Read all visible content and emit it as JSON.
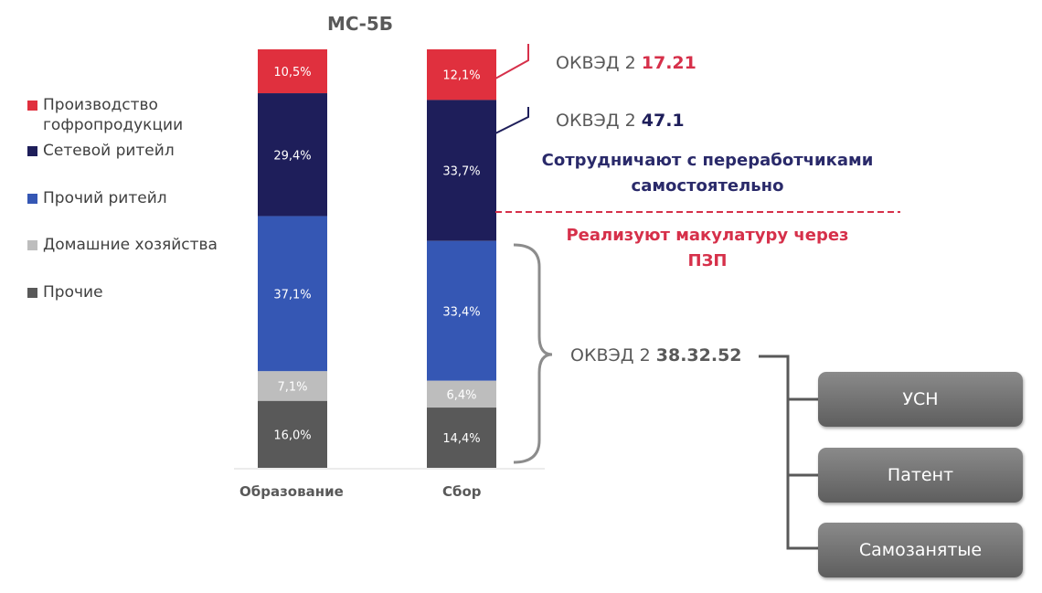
{
  "chart_data": {
    "type": "bar",
    "stacked": true,
    "title": "МС-5Б",
    "categories": [
      "Образование",
      "Сбор"
    ],
    "series": [
      {
        "name": "Производство гофропродукции",
        "color": "#e0303e",
        "values": [
          10.5,
          12.1
        ],
        "labels": [
          "10,5%",
          "12,1%"
        ]
      },
      {
        "name": "Сетевой ритейл",
        "color": "#1e1e5a",
        "values": [
          29.4,
          33.7
        ],
        "labels": [
          "29,4%",
          "33,7%"
        ]
      },
      {
        "name": "Прочий ритейл",
        "color": "#3557b4",
        "values": [
          37.1,
          33.4
        ],
        "labels": [
          "37,1%",
          "33,4%"
        ]
      },
      {
        "name": "Домашние хозяйства",
        "color": "#bdbdbd",
        "values": [
          7.1,
          6.4
        ],
        "labels": [
          "7,1%",
          "6,4%"
        ]
      },
      {
        "name": "Прочие",
        "color": "#595959",
        "values": [
          16.0,
          14.4
        ],
        "labels": [
          "16,0%",
          "14,4%"
        ]
      }
    ],
    "legend_position": "left",
    "grid": false
  },
  "annotations": {
    "okved_1": {
      "prefix": "ОКВЭД 2 ",
      "code": "17.21",
      "color": "#d6304a"
    },
    "okved_2": {
      "prefix": "ОКВЭД 2 ",
      "code": "47.1",
      "color": "#1e1e5a"
    },
    "okved_3": {
      "prefix": "ОКВЭД 2 ",
      "code": "38.32.52"
    },
    "cooperate": "Сотрудничают с переработчиками самостоятельно",
    "cooperate_color": "#2a2a6a",
    "sell": "Реализуют макулатуру через ПЗП",
    "sell_color": "#d6304a"
  },
  "tax_regimes": [
    "УСН",
    "Патент",
    "Самозанятые"
  ]
}
